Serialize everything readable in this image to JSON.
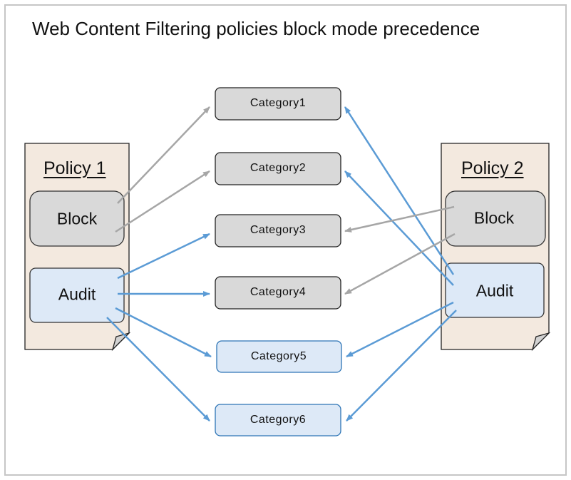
{
  "title": "Web Content Filtering policies block mode precedence",
  "policy1": {
    "title": "Policy 1",
    "block_label": "Block",
    "audit_label": "Audit"
  },
  "policy2": {
    "title": "Policy 2",
    "block_label": "Block",
    "audit_label": "Audit"
  },
  "categories": [
    {
      "label": "Category1",
      "mode": "block"
    },
    {
      "label": "Category2",
      "mode": "block"
    },
    {
      "label": "Category3",
      "mode": "block"
    },
    {
      "label": "Category4",
      "mode": "block"
    },
    {
      "label": "Category5",
      "mode": "audit"
    },
    {
      "label": "Category6",
      "mode": "audit"
    }
  ],
  "connections": [
    {
      "from": "policy1-block",
      "to": "Category1",
      "color": "gray"
    },
    {
      "from": "policy1-block",
      "to": "Category2",
      "color": "gray"
    },
    {
      "from": "policy1-audit",
      "to": "Category3",
      "color": "blue"
    },
    {
      "from": "policy1-audit",
      "to": "Category4",
      "color": "blue"
    },
    {
      "from": "policy1-audit",
      "to": "Category5",
      "color": "blue"
    },
    {
      "from": "policy1-audit",
      "to": "Category6",
      "color": "blue"
    },
    {
      "from": "policy2-audit",
      "to": "Category1",
      "color": "blue"
    },
    {
      "from": "policy2-audit",
      "to": "Category2",
      "color": "blue"
    },
    {
      "from": "policy2-block",
      "to": "Category3",
      "color": "gray"
    },
    {
      "from": "policy2-block",
      "to": "Category4",
      "color": "gray"
    },
    {
      "from": "policy2-audit",
      "to": "Category5",
      "color": "blue"
    },
    {
      "from": "policy2-audit",
      "to": "Category6",
      "color": "blue"
    }
  ],
  "colors": {
    "block_fill": "#d9d9d9",
    "audit_fill": "#dde9f7",
    "policy_fill": "#f3e9df",
    "gray_arrow": "#a6a6a6",
    "blue_arrow": "#5b9bd5",
    "audit_border": "#2e75b6"
  }
}
